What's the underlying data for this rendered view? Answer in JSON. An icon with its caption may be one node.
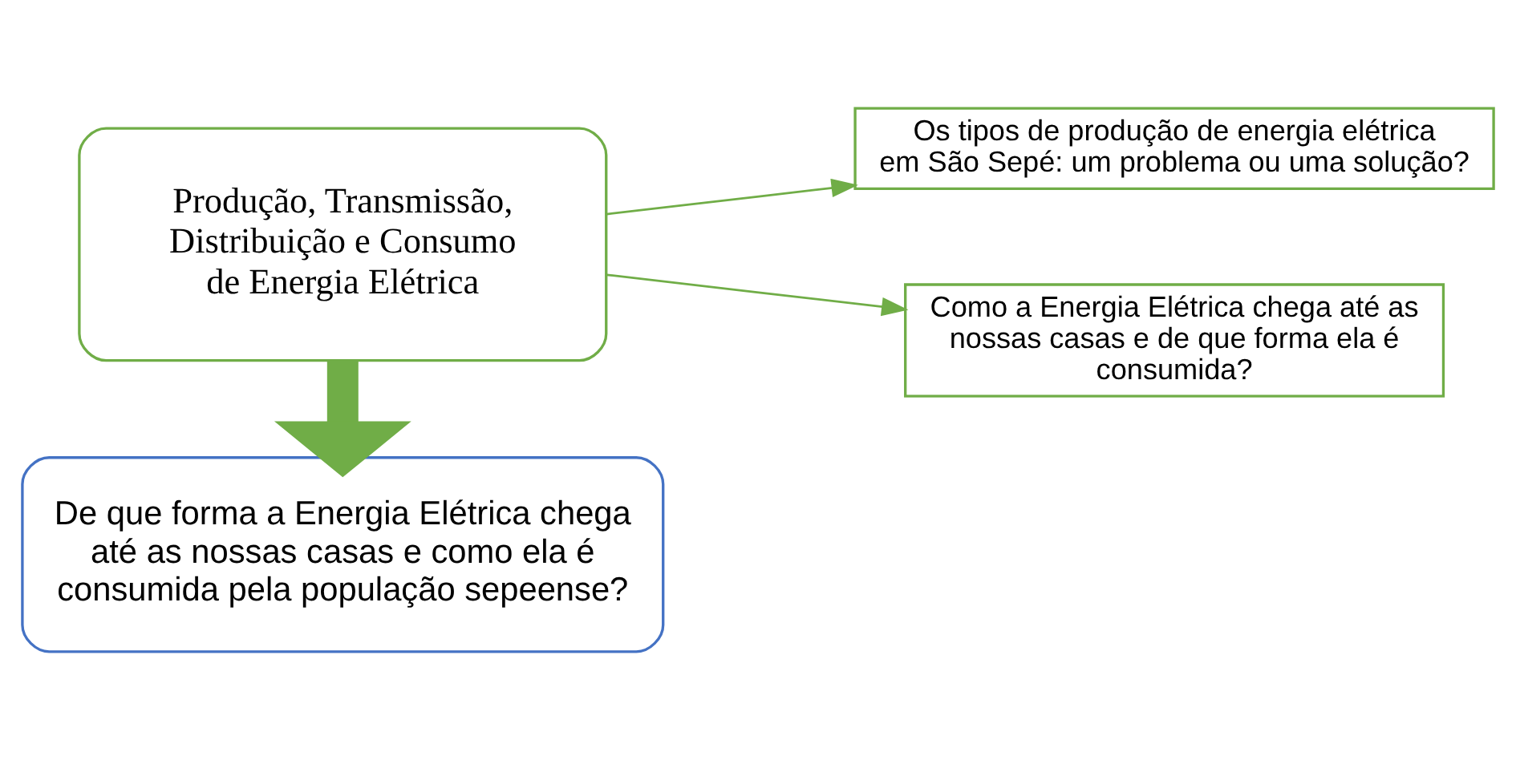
{
  "diagram": {
    "nodes": [
      {
        "text": [
          "Produção, Transmissão, Distribuição e Consumo de Energia Elétrica"
        ]
      },
      {
        "text": [
          "Os tipos de produção de energia elétrica em São Sepé: um problema ou uma solução?"
        ]
      },
      {
        "text": [
          "Como a Energia Elétrica chega até as nossas casas e de que forma ela é consumida?"
        ]
      },
      {
        "text": [
          "De que forma a Energia Elétrica chega até as nossas casas e como ela é consumida pela população sepeense?"
        ]
      }
    ],
    "edges": [
      {
        "from": 0,
        "to": 1,
        "arrow": "to"
      },
      {
        "from": 0,
        "to": 2,
        "arrow": "to"
      },
      {
        "from": 0,
        "to": 3,
        "arrow": "to",
        "style": "thick"
      }
    ]
  }
}
